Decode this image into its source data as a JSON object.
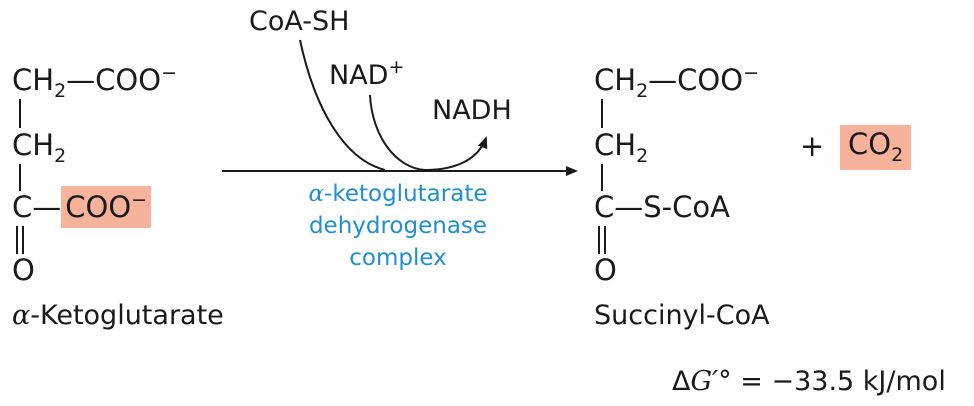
{
  "reactant": {
    "row1_group": "CH",
    "row1_sub": "2",
    "row1_bond": "—COO",
    "row1_charge": "−",
    "row2_group": "CH",
    "row2_sub": "2",
    "row3_atom": "C",
    "row3_bond": "—",
    "row3_highlight": "COO",
    "row3_charge": "−",
    "row4_atom": "O",
    "name_greek": "α",
    "name_rest": "-Ketoglutarate"
  },
  "cofactors": {
    "coa_sh": "CoA-SH",
    "nad": "NAD",
    "nad_charge": "+",
    "nadh": "NADH"
  },
  "enzyme": {
    "greek": "α",
    "line1_rest": "-ketoglutarate",
    "line2": "dehydrogenase",
    "line3": "complex"
  },
  "product": {
    "row1_group": "CH",
    "row1_sub": "2",
    "row1_bond": "—COO",
    "row1_charge": "−",
    "row2_group": "CH",
    "row2_sub": "2",
    "row3_atom": "C",
    "row3_bond": "—S-CoA",
    "row4_atom": "O",
    "name": "Succinyl-CoA"
  },
  "byproduct": {
    "plus": "+",
    "formula": "CO",
    "sub": "2"
  },
  "energy": {
    "delta": "Δ",
    "symbol": "G′°",
    "value": " = −33.5 kJ/mol"
  },
  "colors": {
    "highlight": "#f6b29b",
    "enzyme_text": "#1f8fd0",
    "ink": "#1a1a1a"
  }
}
